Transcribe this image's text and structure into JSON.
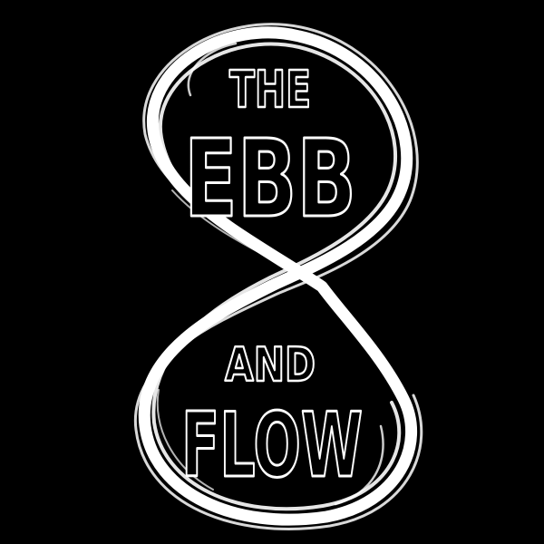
{
  "logo": {
    "line1": "THE",
    "line2": "EBB",
    "line3": "AND",
    "line4": "FLOW"
  },
  "colors": {
    "background": "#000000",
    "stroke": "#ffffff"
  },
  "icons": {
    "emblem": "infinity-eight-brushstroke-icon"
  }
}
